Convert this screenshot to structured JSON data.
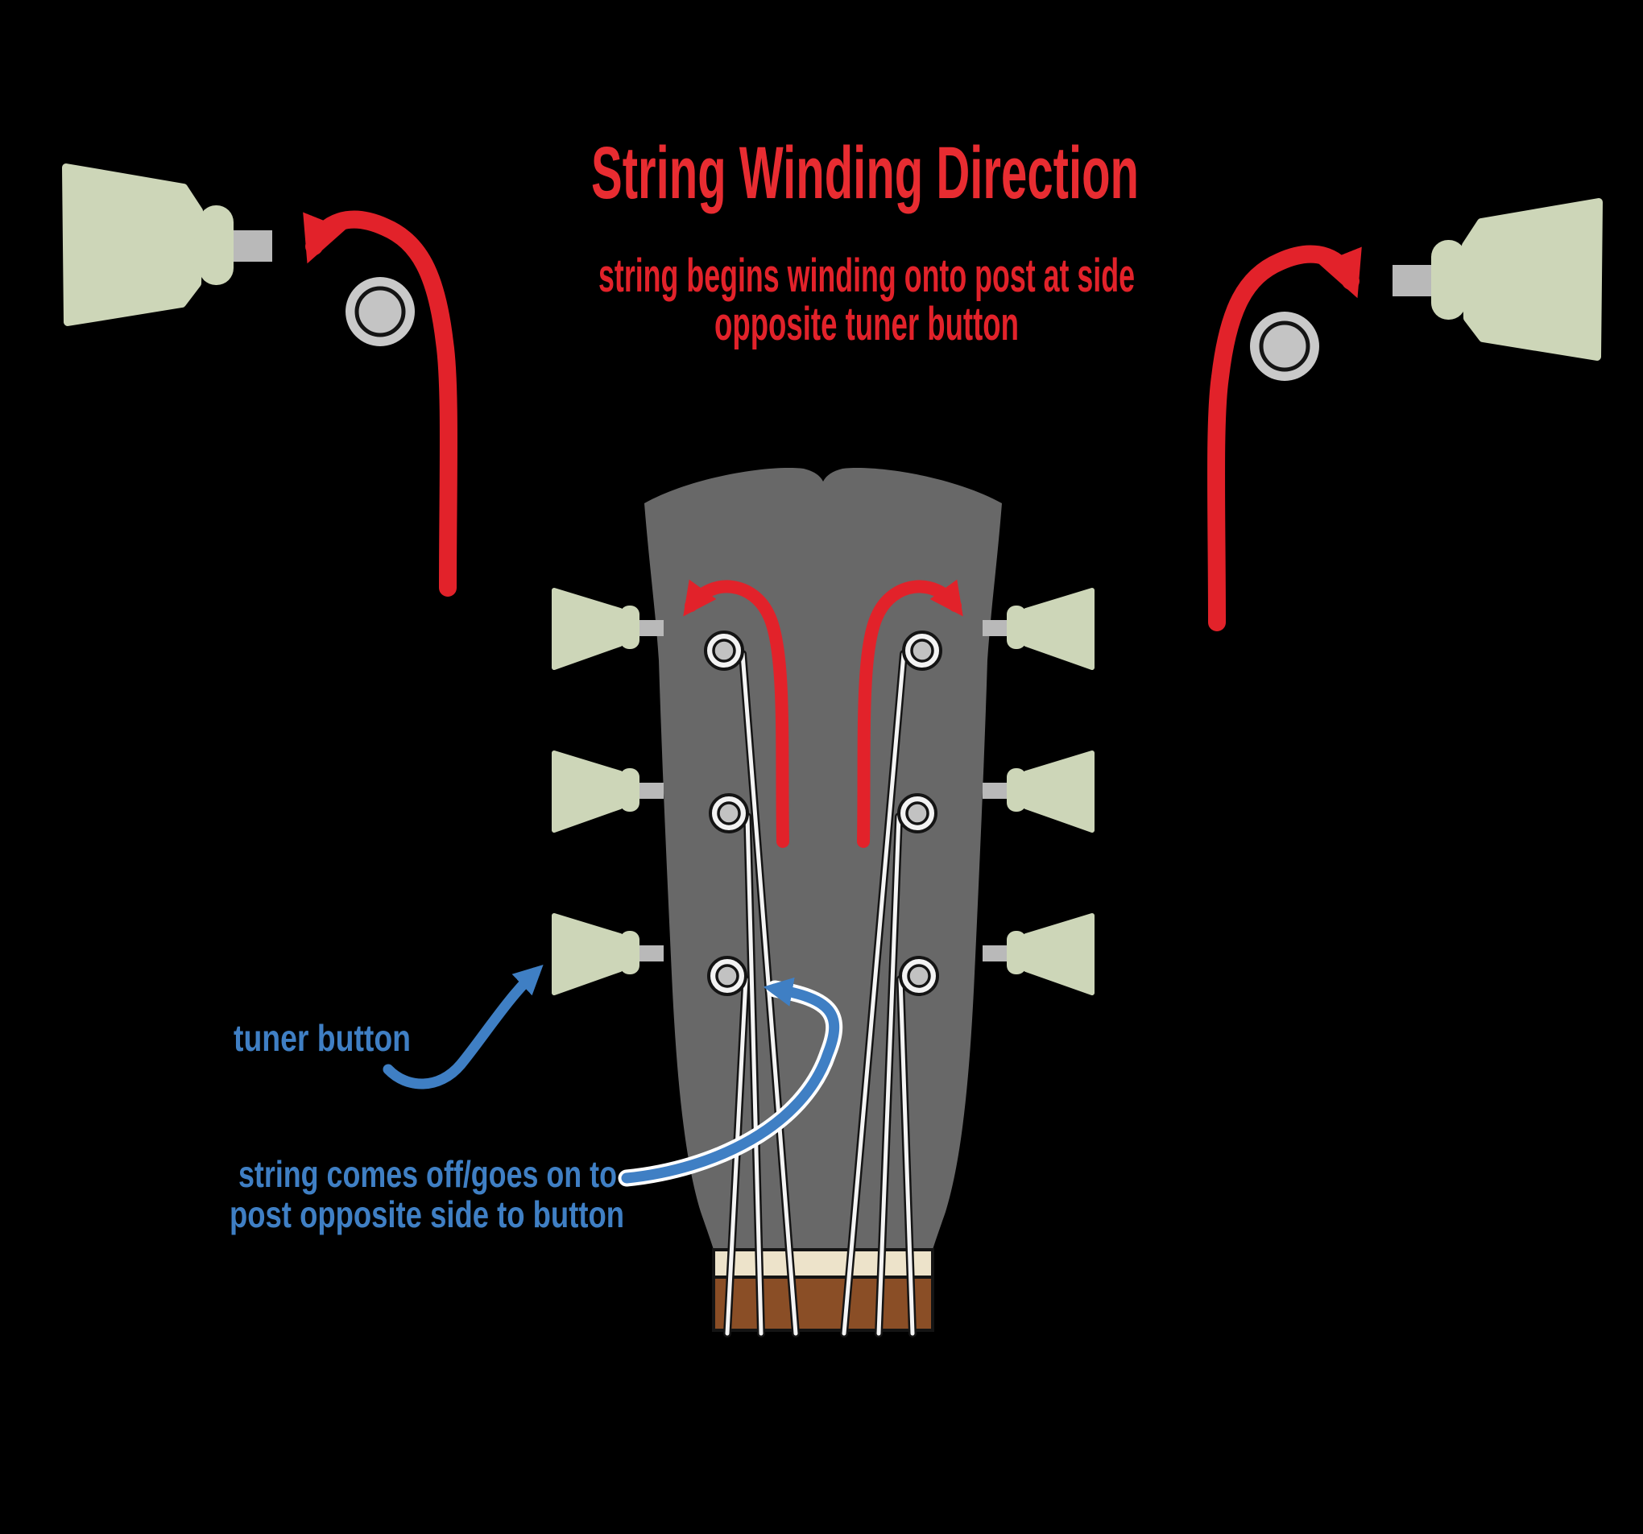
{
  "header": {
    "title": "String Winding Direction",
    "subtitle_line1": "string begins winding onto post at side",
    "subtitle_line2": "opposite tuner button"
  },
  "annotations": {
    "tuner_button_label": "tuner button",
    "string_path_label_line1": "string comes off/goes on to",
    "string_path_label_line2": "post opposite side to button"
  },
  "colors": {
    "background": "#000000",
    "red_arrow": "#e2222a",
    "red_text": "#e82c31",
    "blue_annotation": "#3f7fc4",
    "headstock_gray": "#686868",
    "tuner_button_green": "#cdd6b8",
    "shaft_gray": "#b9b9b9",
    "post_ring_white": "#f3f3f3",
    "post_center_gray": "#c2c2c2",
    "closeup_post_gray": "#c9c9c9",
    "nut_cream": "#ede3ca",
    "fretboard_brown": "#8a4e26",
    "string_white": "#f4f4f4",
    "outline_black": "#141414"
  }
}
